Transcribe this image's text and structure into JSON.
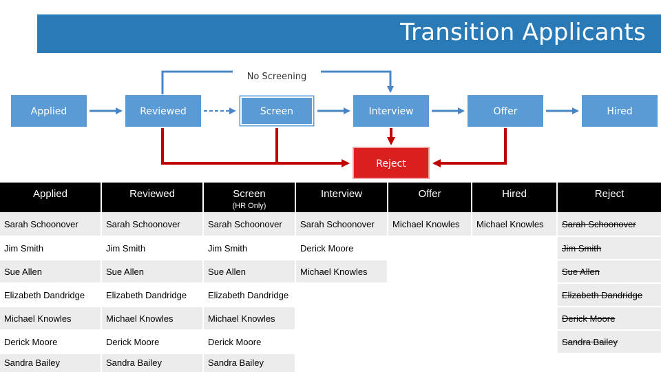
{
  "title": "Transition Applicants",
  "flow": {
    "stages": [
      "Applied",
      "Reviewed",
      "Screen",
      "Interview",
      "Offer",
      "Hired"
    ],
    "no_screening_label": "No Screening",
    "reject_label": "Reject"
  },
  "table": {
    "headers": [
      {
        "label": "Applied",
        "sub": ""
      },
      {
        "label": "Reviewed",
        "sub": ""
      },
      {
        "label": "Screen",
        "sub": "(HR Only)"
      },
      {
        "label": "Interview",
        "sub": ""
      },
      {
        "label": "Offer",
        "sub": ""
      },
      {
        "label": "Hired",
        "sub": ""
      },
      {
        "label": "Reject",
        "sub": ""
      }
    ],
    "applied": [
      "Sarah Schoonover",
      "Jim Smith",
      "Sue Allen",
      "Elizabeth Dandridge",
      "Michael Knowles",
      "Derick Moore",
      "Sandra Bailey"
    ],
    "reviewed": [
      "Sarah Schoonover",
      "Jim Smith",
      "Sue Allen",
      "Elizabeth Dandridge",
      "Michael Knowles",
      "Derick Moore",
      "Sandra Bailey"
    ],
    "screen": [
      "Sarah Schoonover",
      "Jim Smith",
      "Sue Allen",
      "Elizabeth Dandridge",
      "Michael Knowles",
      "Derick Moore",
      "Sandra Bailey"
    ],
    "interview": [
      "Sarah Schoonover",
      "Derick Moore",
      "Michael Knowles"
    ],
    "offer": [
      "Michael Knowles"
    ],
    "hired": [
      "Michael Knowles"
    ],
    "reject": [
      "Sarah Schoonover",
      "Jim Smith",
      "Sue Allen",
      "Elizabeth Dandridge",
      "Derick Moore",
      "Sandra Bailey"
    ]
  },
  "colors": {
    "title_bar": "#2a7ab8",
    "stage_box": "#5b9bd5",
    "reject_box": "#d9201f",
    "reject_line": "#c00000",
    "header_bg": "#000000",
    "cell_shade": "#ececec"
  }
}
